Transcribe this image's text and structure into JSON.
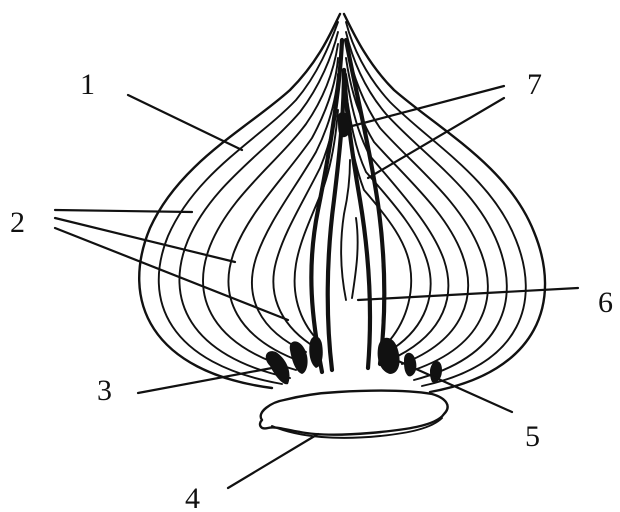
{
  "labels": {
    "l1": "1",
    "l2": "2",
    "l3": "3",
    "l4": "4",
    "l5": "5",
    "l6": "6",
    "l7": "7"
  },
  "colors": {
    "ink": "#111111",
    "background": "#ffffff"
  }
}
